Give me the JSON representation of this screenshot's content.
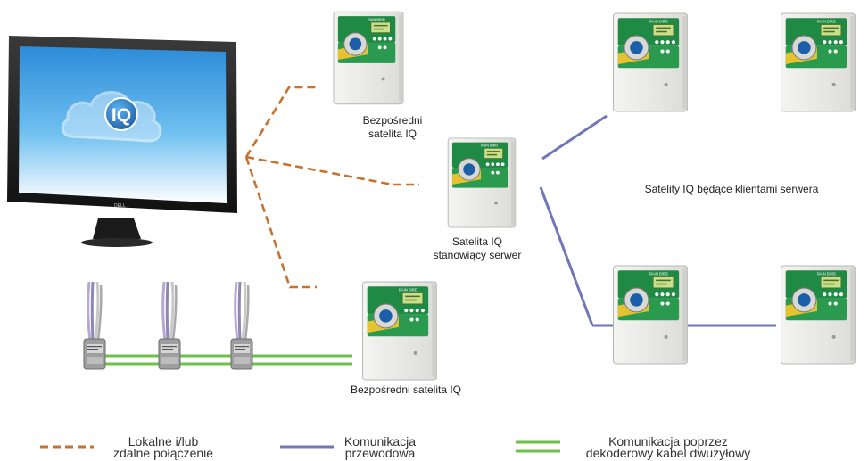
{
  "monitor": {
    "logo_text": "IQ",
    "brand_text": "DELL"
  },
  "controllers": {
    "brand_text": "RAIN BIRD"
  },
  "labels": {
    "direct_satellite_top": [
      "Bezpośredni",
      "satelita IQ"
    ],
    "server_satellite": [
      "Satelita IQ",
      "stanowiący serwer"
    ],
    "client_satellites": "Satelity IQ będące klientami serwera",
    "direct_satellite_bottom": "Bezpośredni satelita IQ"
  },
  "legend": {
    "local_remote": [
      "Lokalne i/lub",
      "zdalne połączenie"
    ],
    "wired": [
      "Komunikacja",
      "przewodowa"
    ],
    "decoder": [
      "Komunikacja poprzez",
      "dekoderowy kabel dwużyłowy"
    ]
  },
  "colors": {
    "local_remote_line": "#c8722f",
    "wired_line": "#7076b6",
    "decoder_line": "#6cc24a",
    "controller_green": "#1f8a43",
    "controller_body": "#ececea",
    "screen_blue": "#3a9be0"
  }
}
